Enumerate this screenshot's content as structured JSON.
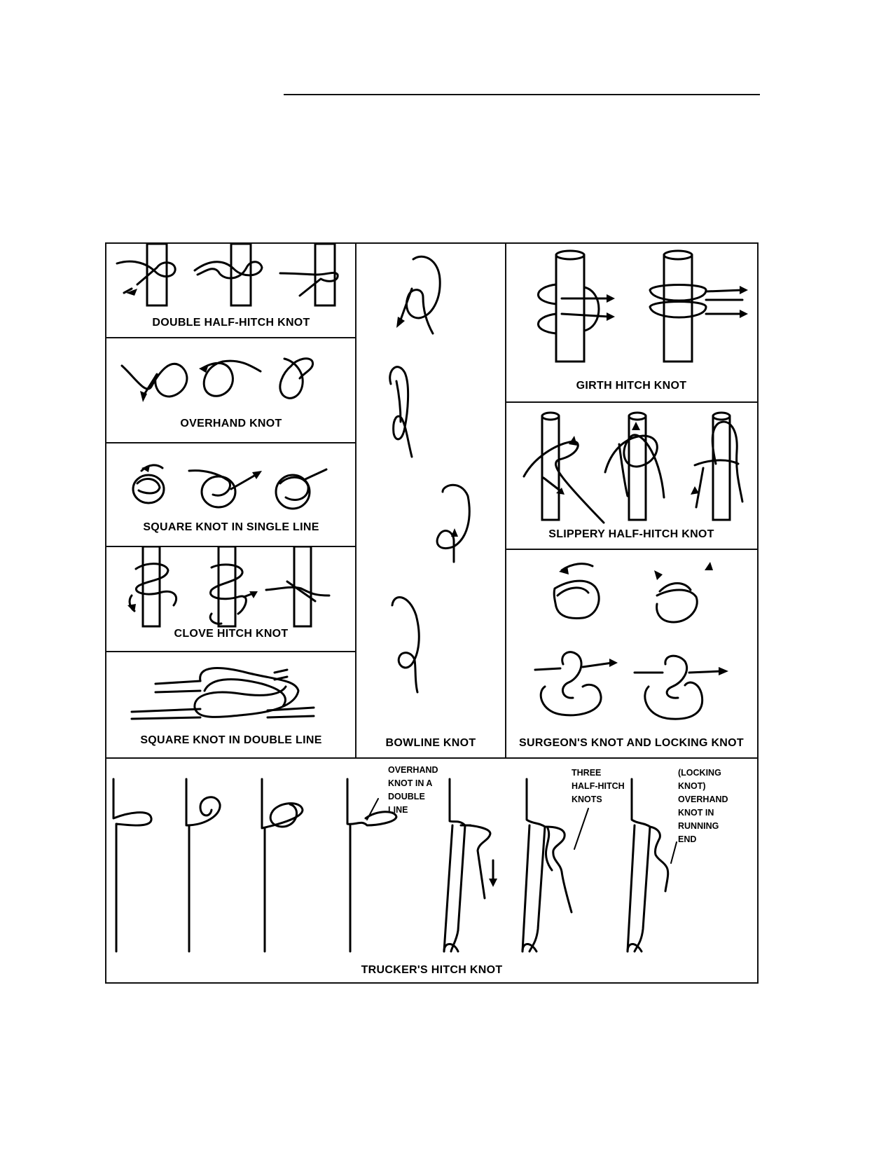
{
  "page": {
    "diagram_title": ""
  },
  "panels": {
    "double_half_hitch": {
      "label": "DOUBLE HALF-HITCH KNOT"
    },
    "overhand": {
      "label": "OVERHAND KNOT"
    },
    "square_single": {
      "label": "SQUARE KNOT IN SINGLE LINE"
    },
    "clove_hitch": {
      "label": "CLOVE HITCH KNOT"
    },
    "square_double": {
      "label": "SQUARE KNOT IN DOUBLE LINE"
    },
    "bowline": {
      "label": "BOWLINE KNOT"
    },
    "girth_hitch": {
      "label": "GIRTH HITCH KNOT"
    },
    "slippery_half_hitch": {
      "label": "SLIPPERY HALF-HITCH KNOT"
    },
    "surgeons_locking": {
      "label": "SURGEON'S KNOT AND LOCKING KNOT"
    },
    "truckers_hitch": {
      "label": "TRUCKER'S HITCH KNOT",
      "callouts": {
        "overhand_double": [
          "OVERHAND",
          "KNOT IN  A",
          "DOUBLE",
          "LINE"
        ],
        "three_half_hitch": [
          "THREE",
          "HALF-HITCH",
          "KNOTS"
        ],
        "locking_overhand": [
          "(LOCKING",
          "KNOT)",
          "OVERHAND",
          "KNOT IN",
          "RUNNING",
          "END"
        ]
      }
    }
  },
  "colors": {
    "ink": "#000000",
    "paper": "#ffffff"
  }
}
